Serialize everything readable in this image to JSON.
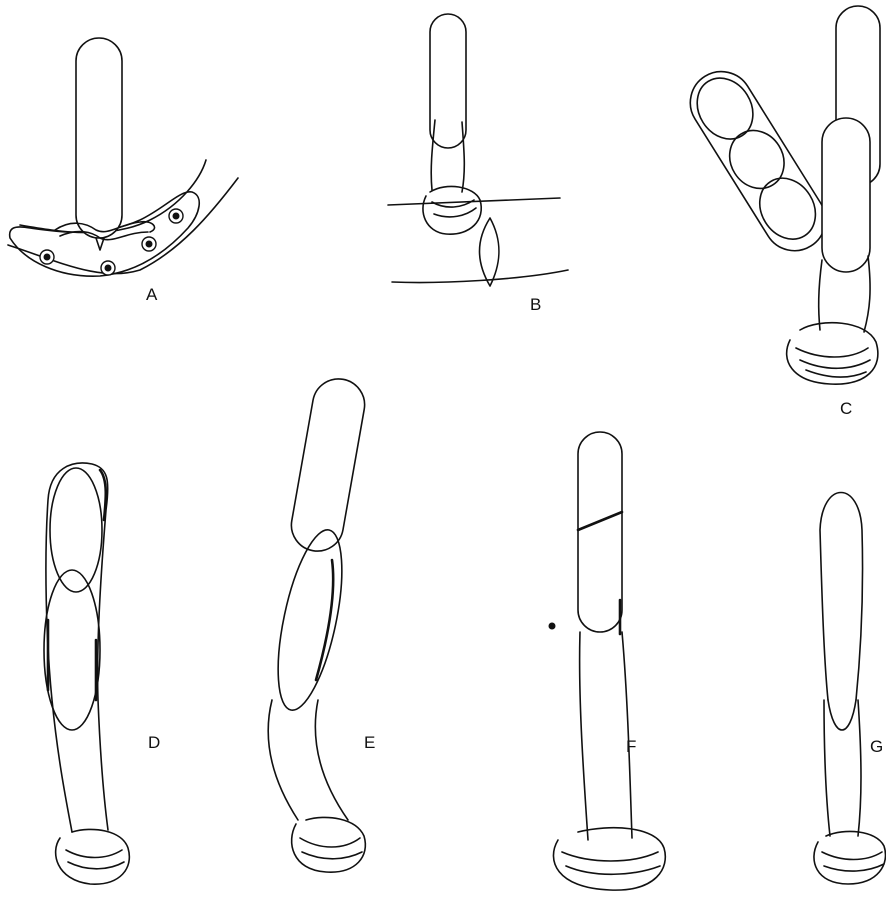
{
  "figure": {
    "panels": [
      {
        "id": "A",
        "label": "A"
      },
      {
        "id": "B",
        "label": "B"
      },
      {
        "id": "C",
        "label": "C"
      },
      {
        "id": "D",
        "label": "D"
      },
      {
        "id": "E",
        "label": "E"
      },
      {
        "id": "F",
        "label": "F"
      },
      {
        "id": "G",
        "label": "G"
      }
    ]
  },
  "colors": {
    "ink": "#111111",
    "background": "#ffffff",
    "stipple": "#111111"
  }
}
